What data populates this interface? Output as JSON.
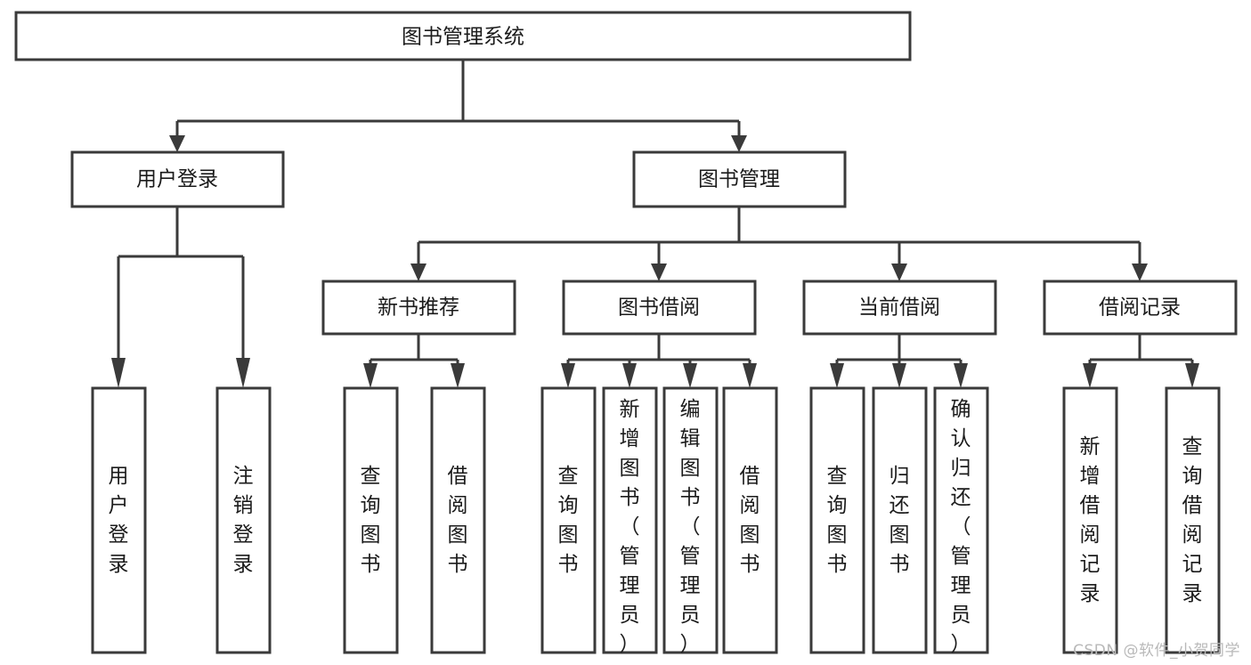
{
  "diagram": {
    "title": "图书管理系统",
    "type": "hierarchy-tree",
    "watermark": "CSDN @软件_小贺同学",
    "colors": {
      "stroke": "#3a3a3a",
      "box_fill": "#ffffff",
      "text": "#1b1b1b",
      "background": "#ffffff",
      "watermark": "#b9b9b9"
    },
    "levels": [
      {
        "level": 1,
        "nodes": [
          {
            "id": "root",
            "label": "图书管理系统",
            "orientation": "horizontal"
          }
        ]
      },
      {
        "level": 2,
        "nodes": [
          {
            "id": "login",
            "label": "用户登录",
            "orientation": "horizontal",
            "parent": "root"
          },
          {
            "id": "bookmgmt",
            "label": "图书管理",
            "orientation": "horizontal",
            "parent": "root"
          }
        ]
      },
      {
        "level": 3,
        "nodes": [
          {
            "id": "newbook",
            "label": "新书推荐",
            "orientation": "horizontal",
            "parent": "bookmgmt"
          },
          {
            "id": "borrow",
            "label": "图书借阅",
            "orientation": "horizontal",
            "parent": "bookmgmt"
          },
          {
            "id": "current",
            "label": "当前借阅",
            "orientation": "horizontal",
            "parent": "bookmgmt"
          },
          {
            "id": "records",
            "label": "借阅记录",
            "orientation": "horizontal",
            "parent": "bookmgmt"
          }
        ]
      },
      {
        "level": 4,
        "nodes": [
          {
            "id": "leaf-1",
            "label": "用户登录",
            "orientation": "vertical",
            "parent": "login"
          },
          {
            "id": "leaf-2",
            "label": "注销登录",
            "orientation": "vertical",
            "parent": "login"
          },
          {
            "id": "leaf-3",
            "label": "查询图书",
            "orientation": "vertical",
            "parent": "newbook"
          },
          {
            "id": "leaf-4",
            "label": "借阅图书",
            "orientation": "vertical",
            "parent": "newbook"
          },
          {
            "id": "leaf-5",
            "label": "查询图书",
            "orientation": "vertical",
            "parent": "borrow"
          },
          {
            "id": "leaf-6",
            "label": "新增图书（管理员）",
            "orientation": "vertical",
            "parent": "borrow"
          },
          {
            "id": "leaf-7",
            "label": "编辑图书（管理员）",
            "orientation": "vertical",
            "parent": "borrow"
          },
          {
            "id": "leaf-8",
            "label": "借阅图书",
            "orientation": "vertical",
            "parent": "borrow"
          },
          {
            "id": "leaf-9",
            "label": "查询图书",
            "orientation": "vertical",
            "parent": "current"
          },
          {
            "id": "leaf-10",
            "label": "归还图书",
            "orientation": "vertical",
            "parent": "current"
          },
          {
            "id": "leaf-11",
            "label": "确认归还（管理员）",
            "orientation": "vertical",
            "parent": "current"
          },
          {
            "id": "leaf-12",
            "label": "新增借阅记录",
            "orientation": "vertical",
            "parent": "records"
          },
          {
            "id": "leaf-13",
            "label": "查询借阅记录",
            "orientation": "vertical",
            "parent": "records"
          }
        ]
      }
    ]
  }
}
